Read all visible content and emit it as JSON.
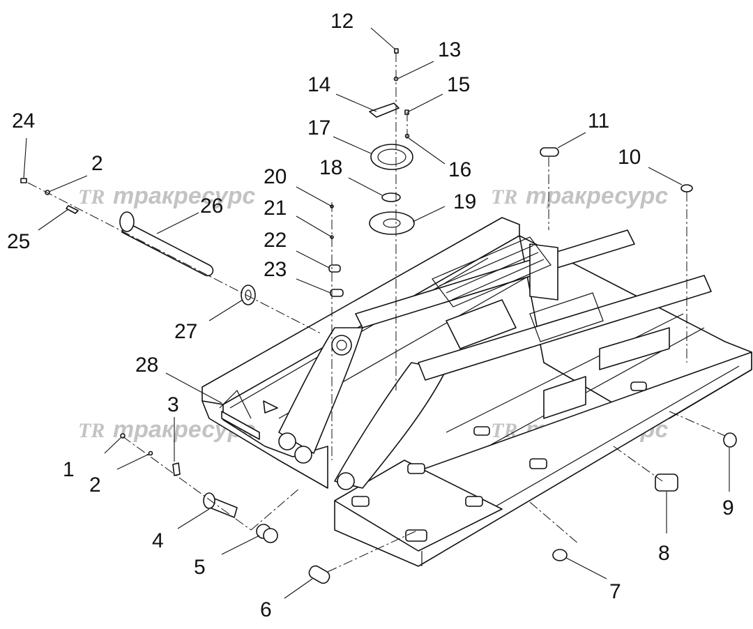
{
  "watermark": {
    "logo_text": "TR",
    "brand_text": "тракресурс"
  },
  "callouts": [
    {
      "id": "1",
      "label": "1"
    },
    {
      "id": "2a",
      "label": "2"
    },
    {
      "id": "2b",
      "label": "2"
    },
    {
      "id": "3",
      "label": "3"
    },
    {
      "id": "4",
      "label": "4"
    },
    {
      "id": "5",
      "label": "5"
    },
    {
      "id": "6",
      "label": "6"
    },
    {
      "id": "7",
      "label": "7"
    },
    {
      "id": "8",
      "label": "8"
    },
    {
      "id": "9",
      "label": "9"
    },
    {
      "id": "10",
      "label": "10"
    },
    {
      "id": "11",
      "label": "11"
    },
    {
      "id": "12",
      "label": "12"
    },
    {
      "id": "13",
      "label": "13"
    },
    {
      "id": "14",
      "label": "14"
    },
    {
      "id": "15",
      "label": "15"
    },
    {
      "id": "16",
      "label": "16"
    },
    {
      "id": "17",
      "label": "17"
    },
    {
      "id": "18",
      "label": "18"
    },
    {
      "id": "19",
      "label": "19"
    },
    {
      "id": "20",
      "label": "20"
    },
    {
      "id": "21",
      "label": "21"
    },
    {
      "id": "22",
      "label": "22"
    },
    {
      "id": "23",
      "label": "23"
    },
    {
      "id": "24",
      "label": "24"
    },
    {
      "id": "25",
      "label": "25"
    },
    {
      "id": "26",
      "label": "26"
    },
    {
      "id": "27",
      "label": "27"
    },
    {
      "id": "28",
      "label": "28"
    }
  ]
}
